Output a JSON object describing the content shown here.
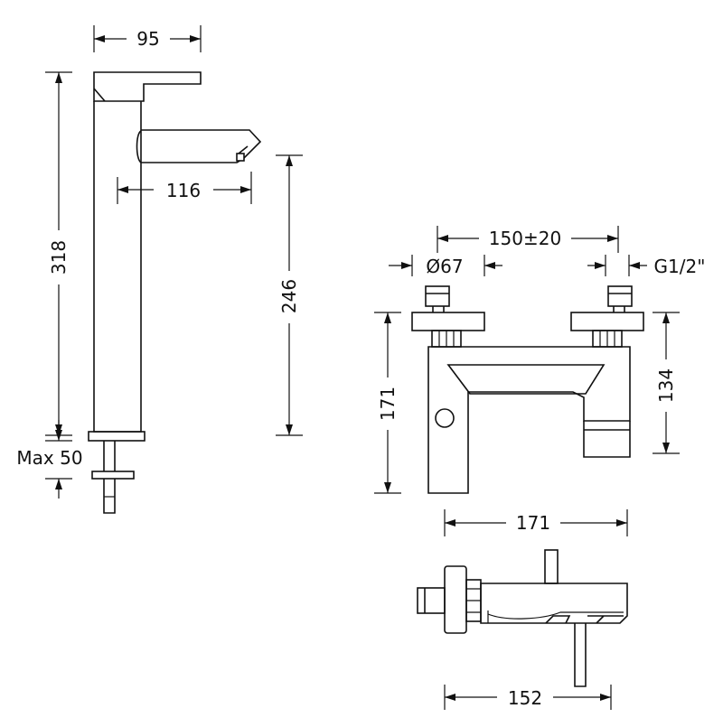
{
  "dimensions": {
    "tall_tap_width": "95",
    "tall_tap_spout_reach": "116",
    "tall_tap_height": "318",
    "tall_tap_spout_height": "246",
    "tall_tap_max_thickness": "Max 50",
    "centres": "150±20",
    "handle_diameter": "Ø67",
    "thread": "G1/2\"",
    "mixer_front_height": "171",
    "mixer_spout_height": "134",
    "mixer_overall_length": "171",
    "mixer_projection": "152"
  }
}
